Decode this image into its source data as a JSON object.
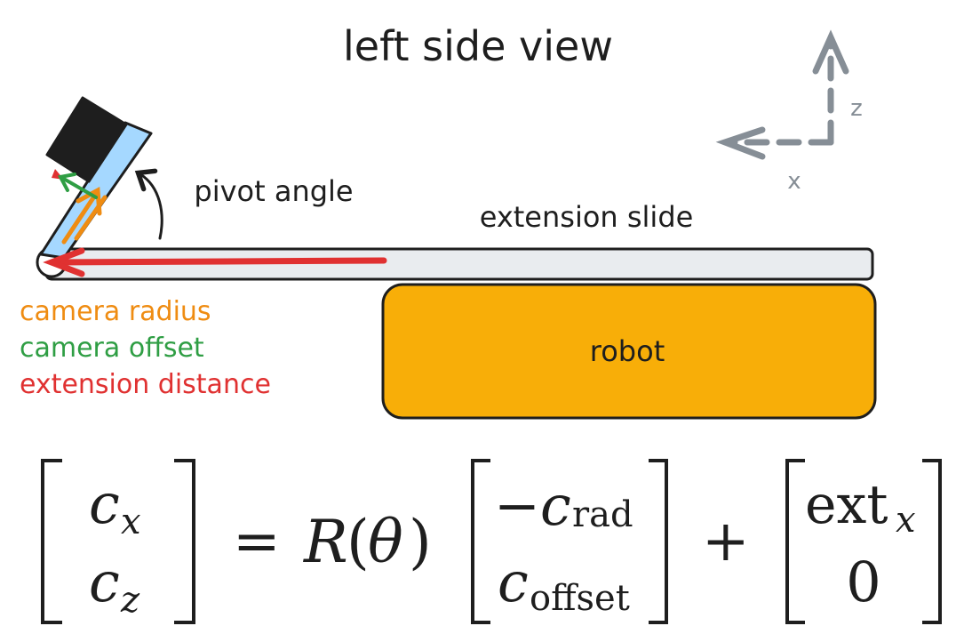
{
  "title": "left side view",
  "axes": {
    "z": "z",
    "x": "x"
  },
  "labels": {
    "pivot_angle": "pivot angle",
    "extension_slide": "extension slide",
    "robot": "robot"
  },
  "legend": [
    {
      "text": "camera radius",
      "color": "#ef8c12"
    },
    {
      "text": "camera offset",
      "color": "#2f9e44"
    },
    {
      "text": "extension distance",
      "color": "#e03131"
    }
  ],
  "colors": {
    "robot_fill": "#f8ae08",
    "slide_fill": "#e9ecef",
    "mount_fill": "#a5d8ff",
    "camera_fill": "#1e1e1e",
    "axes_color": "#868e96",
    "ink": "#1e1e1e"
  },
  "equation": {
    "lhs": {
      "top_base": "c",
      "top_sub": "x",
      "bottom_base": "c",
      "bottom_sub": "z"
    },
    "equals": "=",
    "rotation": {
      "func": "R",
      "open": "(",
      "arg": "θ",
      "close": ")"
    },
    "vec1": {
      "top_sign": "−",
      "top_base": "c",
      "top_sub": "rad",
      "bottom_base": "c",
      "bottom_sub": "offset"
    },
    "plus": "+",
    "vec2": {
      "top_base": "ext",
      "top_sub": "x",
      "bottom": "0"
    }
  }
}
